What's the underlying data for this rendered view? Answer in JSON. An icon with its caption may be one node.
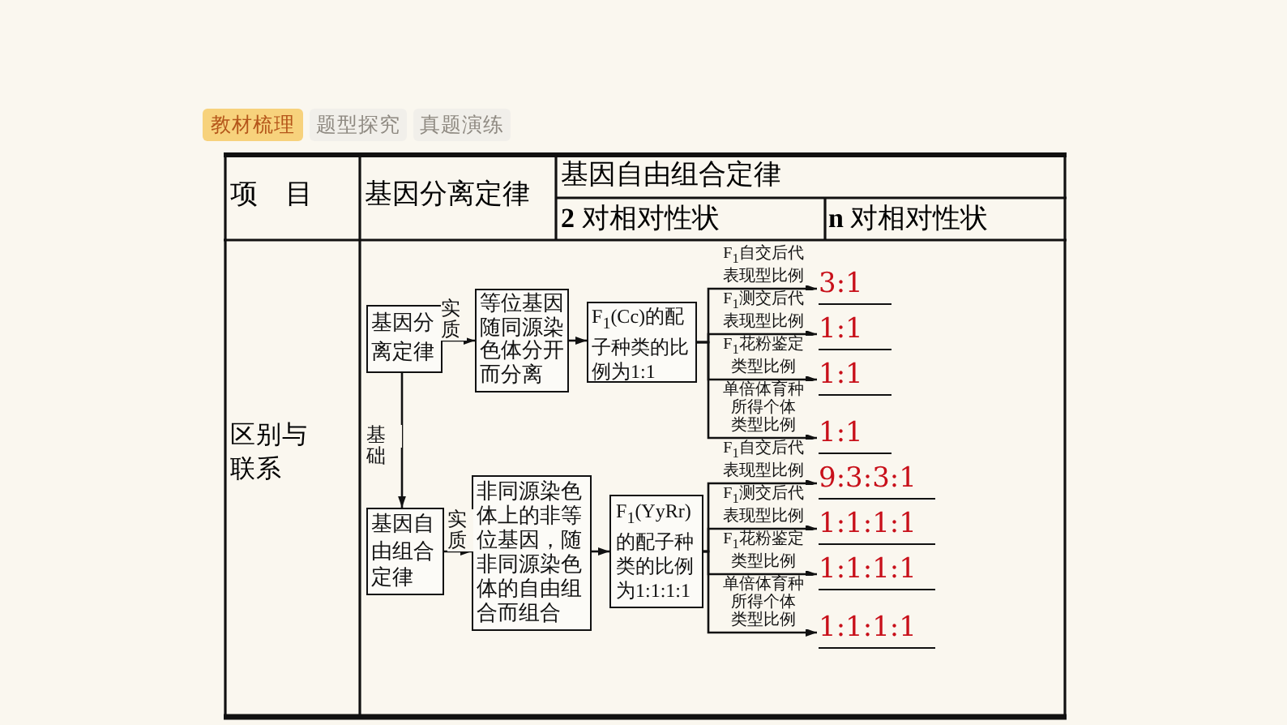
{
  "diagram": {
    "nodes": [
      {
        "text": [
          "基因分离定律"
        ]
      },
      {
        "text": [
          "等位基因随同源染色体分开而分离"
        ]
      },
      {
        "text": [
          "F$_{1}$(Cc)的配子种类的比例为1:1"
        ]
      },
      {
        "text": [
          "基因自由组合定律"
        ]
      },
      {
        "text": [
          "非同源染色体上的非等位基因，随非同源染色体的自由组合而组合"
        ]
      },
      {
        "text": [
          "F$_{1}$(YyRr)的配子种类的比例为1:1:1:1"
        ]
      },
      {
        "text": [
          "3:1"
        ]
      },
      {
        "text": [
          "1:1"
        ]
      },
      {
        "text": [
          "1:1"
        ]
      },
      {
        "text": [
          "1:1"
        ]
      },
      {
        "text": [
          "9:3:3:1"
        ]
      },
      {
        "text": [
          "1:1:1:1"
        ]
      },
      {
        "text": [
          "1:1:1:1"
        ]
      },
      {
        "text": [
          "1:1:1:1"
        ]
      }
    ],
    "edges": [
      {
        "from": 0,
        "to": 1,
        "arrow": "to",
        "label": "实质"
      },
      {
        "from": 1,
        "to": 2,
        "arrow": "to"
      },
      {
        "from": 0,
        "to": 3,
        "arrow": "to",
        "label": "基础"
      },
      {
        "from": 3,
        "to": 4,
        "arrow": "to",
        "label": "实质"
      },
      {
        "from": 4,
        "to": 5,
        "arrow": "to"
      },
      {
        "from": 2,
        "to": 6,
        "arrow": "to",
        "label": "F$_{1}$自交后代表现型比例"
      },
      {
        "from": 2,
        "to": 7,
        "arrow": "to",
        "label": "F$_{1}$测交后代表现型比例"
      },
      {
        "from": 2,
        "to": 8,
        "arrow": "to",
        "label": "F$_{1}$花粉鉴定类型比例"
      },
      {
        "from": 2,
        "to": 9,
        "arrow": "to",
        "label": "单倍体育种所得个体类型比例"
      },
      {
        "from": 5,
        "to": 10,
        "arrow": "to",
        "label": "F$_{1}$自交后代表现型比例"
      },
      {
        "from": 5,
        "to": 11,
        "arrow": "to",
        "label": "F$_{1}$测交后代表现型比例"
      },
      {
        "from": 5,
        "to": 12,
        "arrow": "to",
        "label": "F$_{1}$花粉鉴定类型比例"
      },
      {
        "from": 5,
        "to": 13,
        "arrow": "to",
        "label": "单倍体育种所得个体类型比例"
      }
    ],
    "labels": [
      "教材梳理",
      "题型探究",
      "真题演练",
      "项　目",
      "基因分离定律",
      "基因自由组合定律",
      "**2** 对相对性状",
      "**n** 对相对性状",
      "区别与联系"
    ]
  }
}
